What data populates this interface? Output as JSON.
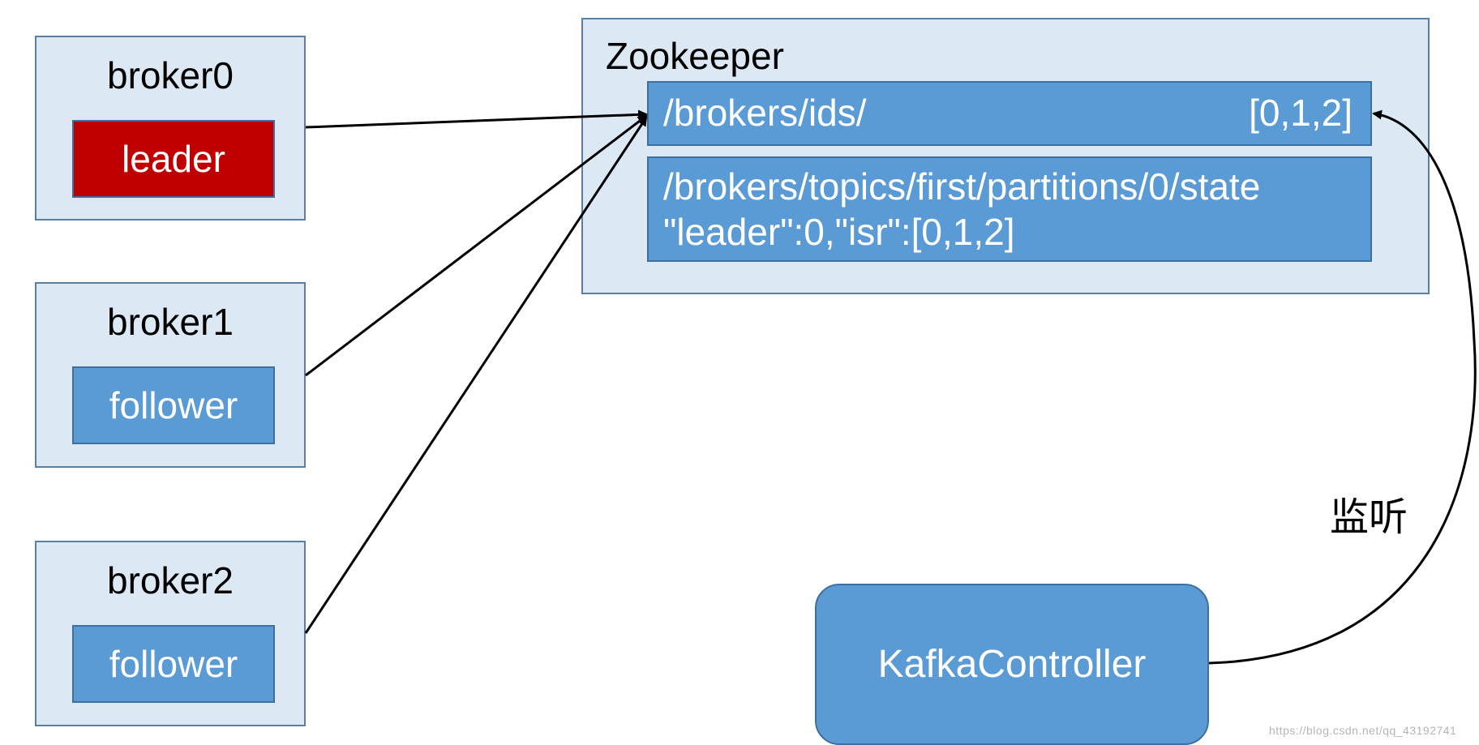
{
  "brokers": [
    {
      "name": "broker0",
      "role": "leader"
    },
    {
      "name": "broker1",
      "role": "follower"
    },
    {
      "name": "broker2",
      "role": "follower"
    }
  ],
  "zookeeper": {
    "title": "Zookeeper",
    "ids_node": {
      "path": "/brokers/ids/",
      "value": "[0,1,2]"
    },
    "state_node": {
      "path": "/brokers/topics/first/partitions/0/state",
      "content": "\"leader\":0,\"isr\":[0,1,2]"
    }
  },
  "controller": {
    "label": "KafkaController"
  },
  "edges": {
    "listen_label": "监听"
  },
  "watermark": "https://blog.csdn.net/qq_43192741",
  "colors": {
    "panel_bg": "#dde8f5",
    "panel_border": "#5a7fa5",
    "node_blue": "#5b9bd5",
    "leader_red": "#c00000"
  }
}
